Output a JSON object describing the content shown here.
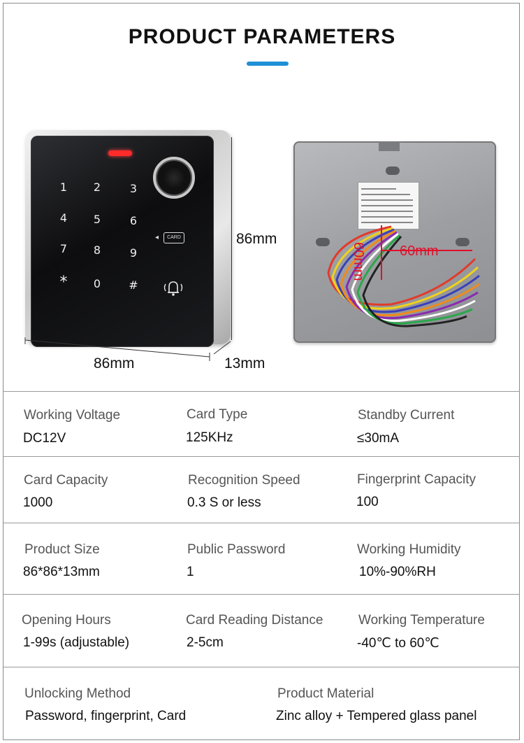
{
  "header": {
    "title": "PRODUCT PARAMETERS",
    "accent_color": "#1f8fd6"
  },
  "product_image": {
    "keypad_keys": [
      "1",
      "2",
      "3",
      "4",
      "5",
      "6",
      "7",
      "8",
      "9",
      "*",
      "0",
      "#"
    ],
    "card_label": "CARD",
    "dimensions": {
      "height": "86mm",
      "width": "86mm",
      "depth": "13mm"
    },
    "back_dimensions": {
      "width": "60mm",
      "height": "60mm"
    }
  },
  "specs": [
    {
      "label": "Working Voltage",
      "value": "DC12V"
    },
    {
      "label": "Card Type",
      "value": "125KHz"
    },
    {
      "label": "Standby Current",
      "value": "≤30mA"
    },
    {
      "label": "Card Capacity",
      "value": "1000"
    },
    {
      "label": "Recognition Speed",
      "value": "0.3 S or less"
    },
    {
      "label": "Fingerprint Capacity",
      "value": "100"
    },
    {
      "label": "Product Size",
      "value": "86*86*13mm"
    },
    {
      "label": "Public Password",
      "value": "1"
    },
    {
      "label": "Working Humidity",
      "value": "10%-90%RH"
    },
    {
      "label": "Opening Hours",
      "value": "1-99s (adjustable)"
    },
    {
      "label": "Card Reading Distance",
      "value": "2-5cm"
    },
    {
      "label": "Working Temperature",
      "value": "-40℃ to 60℃"
    },
    {
      "label": "Unlocking Method",
      "value": "Password, fingerprint, Card"
    },
    {
      "label": "Product Material",
      "value": "Zinc alloy + Tempered glass panel"
    }
  ]
}
